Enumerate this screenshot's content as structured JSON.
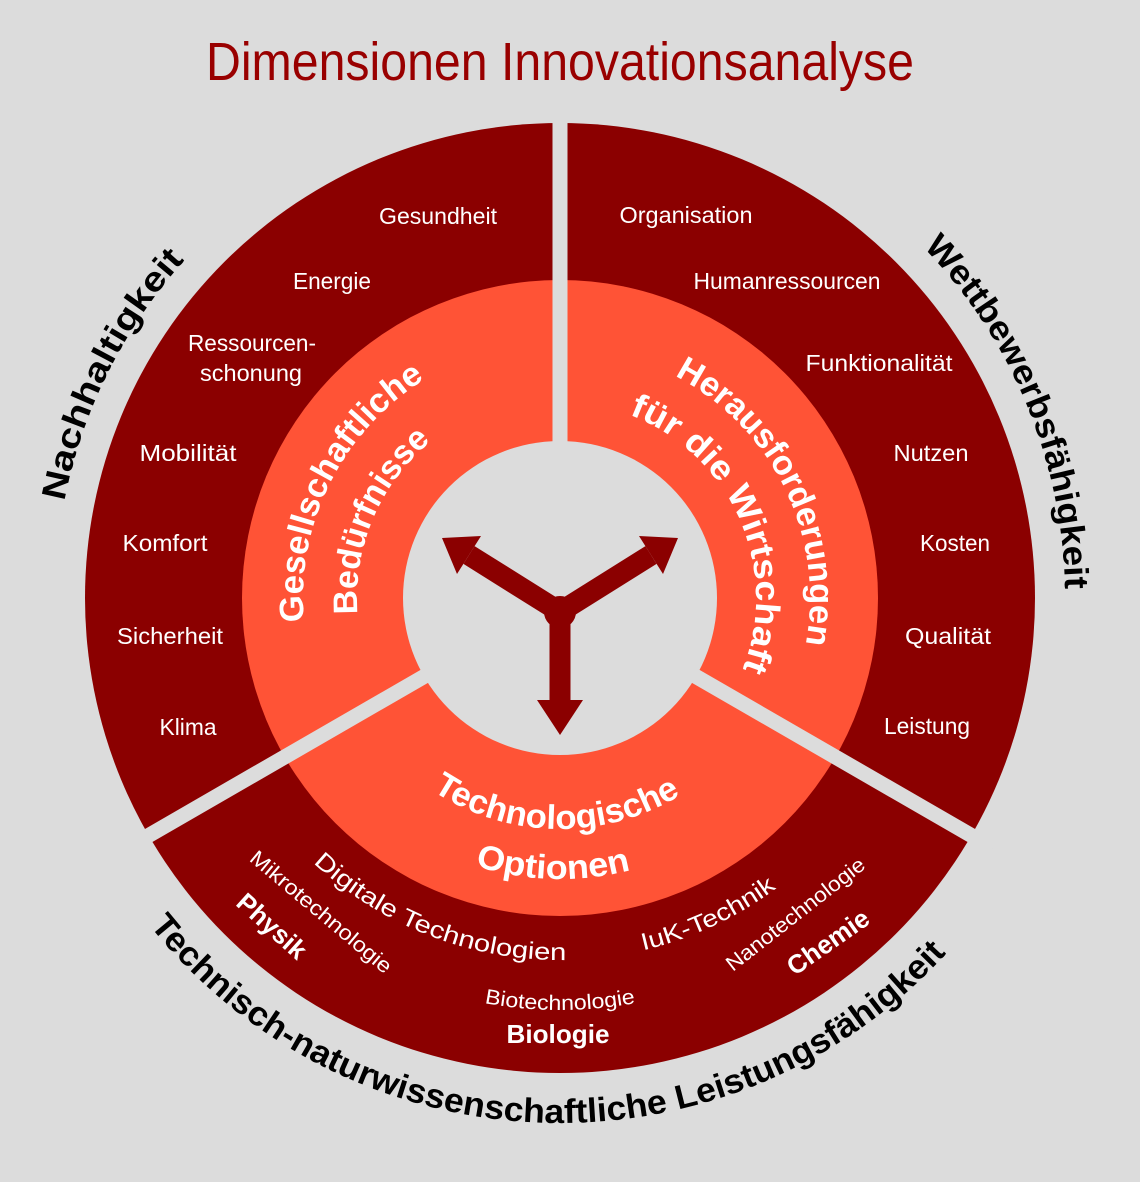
{
  "title": "Dimensionen Innovationsanalyse",
  "dimensions": {
    "left": "Nachhaltigkeit",
    "right": "Wettbewerbsfähigkeit",
    "bottom": "Technisch-naturwissenschaftliche Leistungsfähigkeit"
  },
  "segments": {
    "left": {
      "title_lines": [
        "Gesellschaftliche",
        "Bedürfnisse"
      ],
      "items": [
        "Gesundheit",
        "Energie",
        "Ressourcen-",
        "schonung",
        "Mobilität",
        "Komfort",
        "Sicherheit",
        "Klima"
      ]
    },
    "right": {
      "title_lines": [
        "Herausforderungen",
        "für die Wirtschaft"
      ],
      "items": [
        "Organisation",
        "Humanressourcen",
        "Funktionalität",
        "Nutzen",
        "Kosten",
        "Qualität",
        "Leistung"
      ]
    },
    "bottom": {
      "title_lines": [
        "Technologische",
        "Optionen"
      ],
      "technologies": [
        "Mikrotechnologie",
        "Digitale Technologien",
        "Biotechnologie",
        "IuK-Technik",
        "Nanotechnologie"
      ],
      "sciences": [
        "Physik",
        "Biologie",
        "Chemie"
      ]
    }
  },
  "center": {
    "icon": "three-way-arrows-icon"
  },
  "colors": {
    "background": "#dcdcdc",
    "outer_ring": "#8b0000",
    "inner_ring": "#ff5336",
    "title": "#990000",
    "dimension_label": "#000000",
    "segment_text": "#ffffff"
  }
}
